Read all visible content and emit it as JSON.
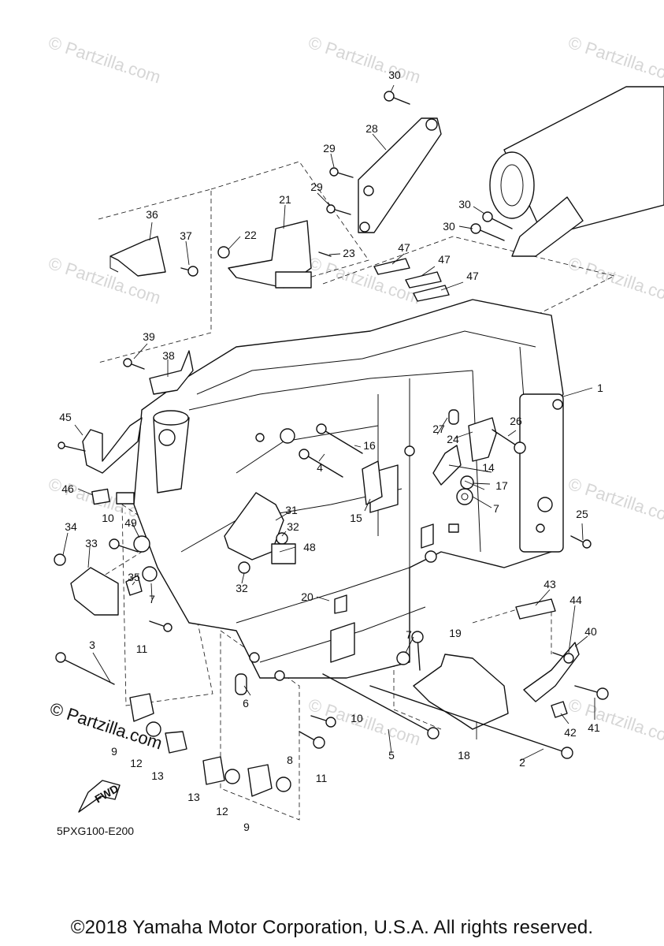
{
  "diagram": {
    "code": "5PXG100-E200",
    "fwd_label": "FWD",
    "copyright": "©2018 Yamaha Motor Corporation, U.S.A. All rights reserved.",
    "watermark": "© Partzilla.com",
    "callouts": [
      "1",
      "2",
      "3",
      "4",
      "5",
      "6",
      "7",
      "7",
      "7",
      "8",
      "9",
      "9",
      "10",
      "10",
      "11",
      "11",
      "12",
      "12",
      "13",
      "13",
      "14",
      "15",
      "16",
      "17",
      "18",
      "19",
      "20",
      "21",
      "22",
      "23",
      "24",
      "25",
      "26",
      "27",
      "28",
      "29",
      "29",
      "30",
      "30",
      "30",
      "31",
      "32",
      "32",
      "33",
      "34",
      "35",
      "36",
      "37",
      "38",
      "39",
      "40",
      "41",
      "42",
      "43",
      "44",
      "45",
      "46",
      "47",
      "47",
      "47",
      "48",
      "49"
    ]
  }
}
